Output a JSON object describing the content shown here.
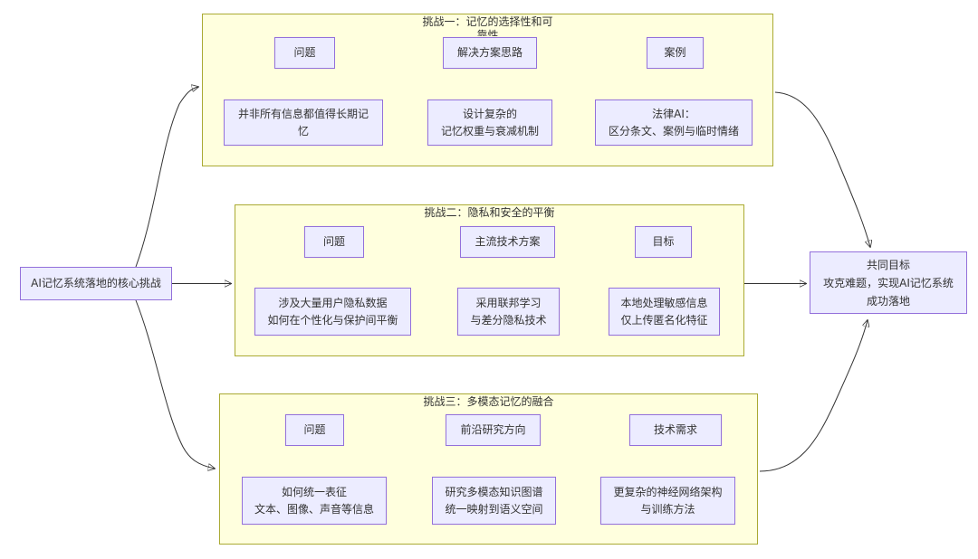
{
  "colors": {
    "node_fill": "#ECECFF",
    "node_border": "#9370DB",
    "cluster_fill": "#FFFFDE",
    "cluster_border": "#AAAA33",
    "edge": "#333333",
    "text": "#333333"
  },
  "root_node": {
    "label": "AI记忆系统落地的核心挑战"
  },
  "goal_node": {
    "label": "共同目标\n攻克难题，实现AI记忆系统\n成功落地"
  },
  "challenges": [
    {
      "title": "挑战一：记忆的选择性和可靠性",
      "header": [
        "问题",
        "解决方案思路",
        "案例"
      ],
      "details": [
        "并非所有信息都值得长期记忆",
        "设计复杂的\n记忆权重与衰减机制",
        "法律AI：\n区分条文、案例与临时情绪"
      ]
    },
    {
      "title": "挑战二：隐私和安全的平衡",
      "header": [
        "问题",
        "主流技术方案",
        "目标"
      ],
      "details": [
        "涉及大量用户隐私数据\n如何在个性化与保护间平衡",
        "采用联邦学习\n与差分隐私技术",
        "本地处理敏感信息\n仅上传匿名化特征"
      ]
    },
    {
      "title": "挑战三：多模态记忆的融合",
      "header": [
        "问题",
        "前沿研究方向",
        "技术需求"
      ],
      "details": [
        "如何统一表征\n文本、图像、声音等信息",
        "研究多模态知识图谱\n统一映射到语义空间",
        "更复杂的神经网络架构\n与训练方法"
      ]
    }
  ]
}
